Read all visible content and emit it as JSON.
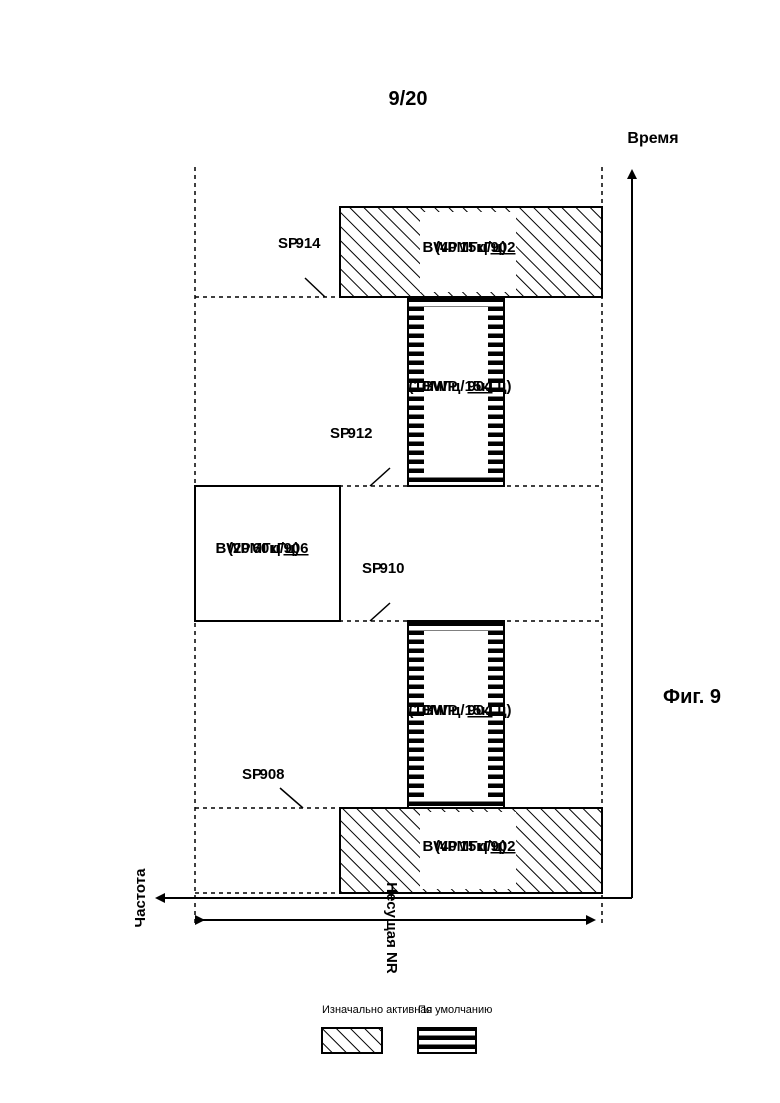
{
  "sheet": {
    "page_number": "9/20",
    "figure_caption": "Фиг. 9"
  },
  "axes": {
    "time_label": "Время",
    "frequency_label": "Частота",
    "carrier_label": "Несущая NR"
  },
  "legend": {
    "initial_active": "Изначально активная",
    "default": "По умолчанию"
  },
  "bwp_902": {
    "line1": "BWP",
    "line2": "(40МГц/",
    "line3": "15кГц)",
    "ref": "902"
  },
  "bwp_904": {
    "line1": "BWP",
    "line2": "(10МГц/15кГц)",
    "ref": "904"
  },
  "bwp_906": {
    "line1": "BWP",
    "line2": "(20МГц/",
    "line3": "60кГц)",
    "ref": "906"
  },
  "switch_points": [
    {
      "label": "SP",
      "ref": "908"
    },
    {
      "label": "SP",
      "ref": "910"
    },
    {
      "label": "SP",
      "ref": "912"
    },
    {
      "label": "SP",
      "ref": "914"
    }
  ]
}
